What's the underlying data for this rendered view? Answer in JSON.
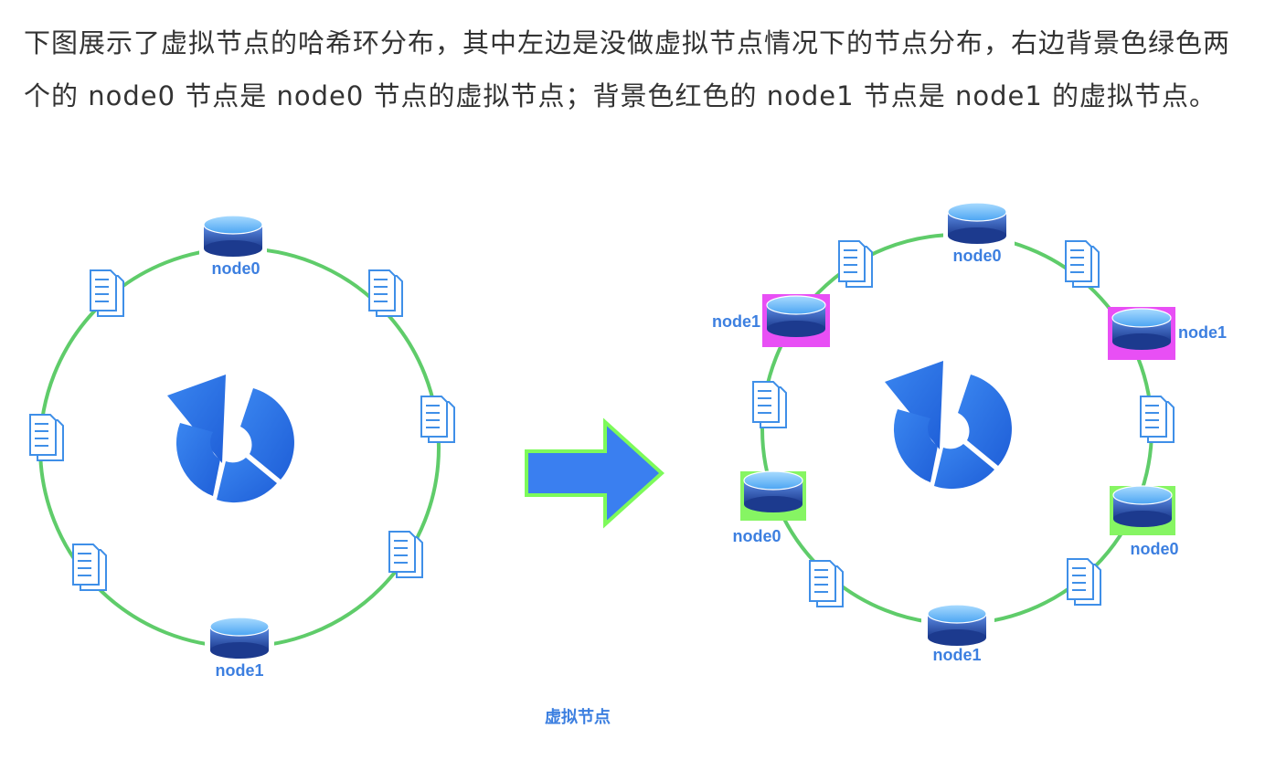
{
  "intro_text": "下图展示了虚拟节点的哈希环分布，其中左边是没做虚拟节点情况下的节点分布，右边背景色绿色两个的 node0 节点是 node0 节点的虚拟节点；背景色红色的 node1 节点是 node1 的虚拟节点。",
  "left_ring": {
    "top_label": "node0",
    "bottom_label": "node1"
  },
  "right_ring": {
    "top_label": "node0",
    "top_left_label": "node1",
    "top_right_label": "node1",
    "mid_left_label": "node0",
    "mid_right_label": "node0",
    "bottom_label": "node1"
  },
  "caption": "虚拟节点",
  "colors": {
    "ring": "#5fcc6a",
    "label": "#3c7fe0",
    "virtual_node0_bg": "#86f563",
    "virtual_node1_bg": "#e84ff5",
    "arrow_fill": "#3a7ff0",
    "arrow_border": "#7dfa5a"
  },
  "icons": [
    "database-icon",
    "document-stack-icon",
    "hash-logo-icon",
    "right-arrow-icon"
  ]
}
